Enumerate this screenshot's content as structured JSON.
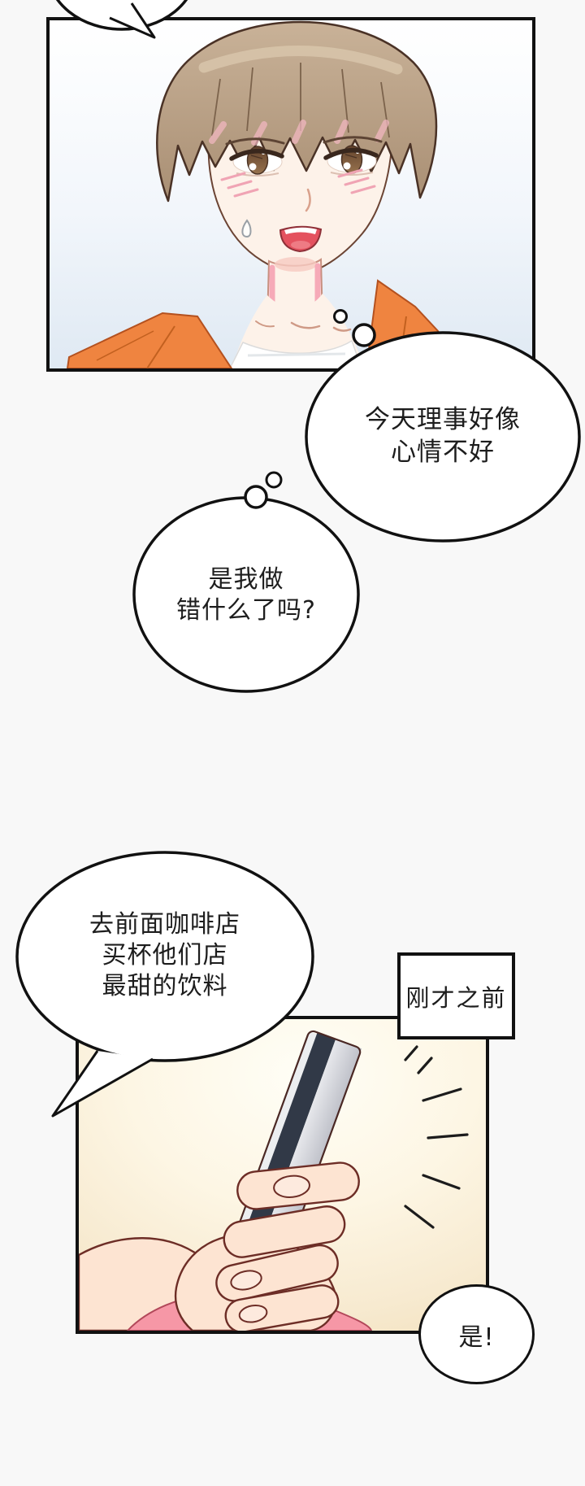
{
  "colors": {
    "page_background": "#f8f8f8",
    "ink_outline": "#111111",
    "panel1_bg_top": "#ffffff",
    "panel1_bg_bottom": "#dfe9f3",
    "panel2_bg_center": "#fffef6",
    "panel2_bg_edge": "#f3e2bf",
    "hair": "#b59a7f",
    "skin": "#fdf2e9",
    "blush": "#f0a4b4",
    "jacket_orange": "#ef8440",
    "shirt": "#ffffff",
    "mouth_red": "#e4525f",
    "card_dark_stripe": "#313947",
    "card_silver": "#c8c9d1",
    "hand_skin": "#fde4d2",
    "hand_pink": "#f697a6",
    "art_outline": "#6d2d26"
  },
  "bubbles": {
    "thought1": {
      "type": "thought",
      "lines": [
        "今天理事好像",
        "心情不好"
      ]
    },
    "thought2": {
      "type": "thought",
      "lines": [
        "是我做",
        "错什么了吗?"
      ]
    },
    "speech1": {
      "type": "speech",
      "lines": [
        "去前面咖啡店",
        "买杯他们店",
        "最甜的饮料"
      ]
    },
    "reply": {
      "type": "speech",
      "lines": [
        "是!"
      ]
    }
  },
  "caption": {
    "label": "刚才之前"
  }
}
